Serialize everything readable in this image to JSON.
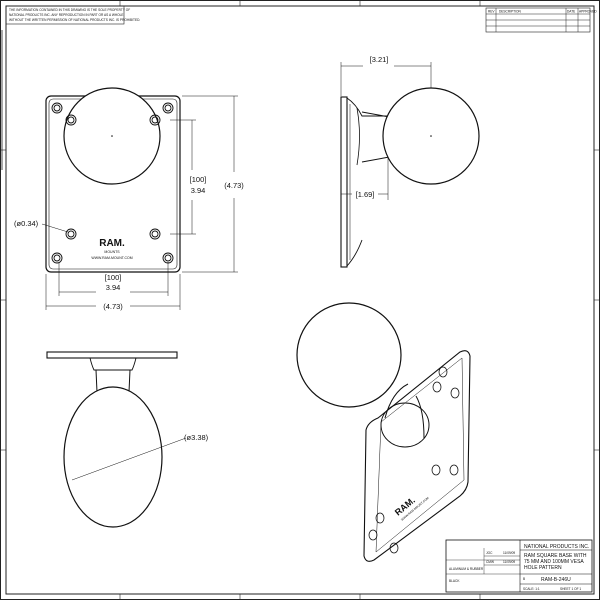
{
  "notice": {
    "lines": [
      "THE INFORMATION CONTAINED IN THIS DRAWING IS THE SOLE PROPERTY OF",
      "NATIONAL PRODUCTS INC. ANY REPRODUCTION IN PART OR AS A WHOLE",
      "WITHOUT THE WRITTEN PERMISSION OF NATIONAL PRODUCTS INC. IS PROHIBITED."
    ]
  },
  "revision_table": {
    "header": [
      "REV",
      "DESCRIPTION",
      "DATE",
      "APPROVED"
    ]
  },
  "dimensions": {
    "front_hole_spacing_horizontal": "[100]",
    "front_hole_spacing_horizontal_in": "3.94",
    "front_hole_spacing_vertical": "[100]",
    "front_hole_spacing_vertical_in": "3.94",
    "front_overall_height": "(4.73)",
    "front_overall_width": "(4.73)",
    "hole_diameter": "(ø0.34)",
    "side_overall_depth": "[3.21]",
    "side_base_to_neck": "[1.69]",
    "ball_diameter": "(ø3.38)"
  },
  "logo": {
    "brand": "RAM.",
    "sub": "MOUNTS",
    "url": "WWW.RAM-MOUNT.COM"
  },
  "title_block": {
    "company": "NATIONAL PRODUCTS INC.",
    "title_lines": [
      "RAM SQUARE BASE WITH",
      "75 MM AND 100MM VESA",
      "HOLE PATTERN"
    ],
    "part_number": "RAM-B-246U",
    "material": "ALUMINUM & RUBBER",
    "finish": "BLACK",
    "drawn": "JOC",
    "checked": "CMW",
    "drawn_date": "11/09/09",
    "checked_date": "11/09/09",
    "size": "B",
    "scale": "SCALE: 1:1",
    "sheet": "SHEET 1 OF 1"
  }
}
